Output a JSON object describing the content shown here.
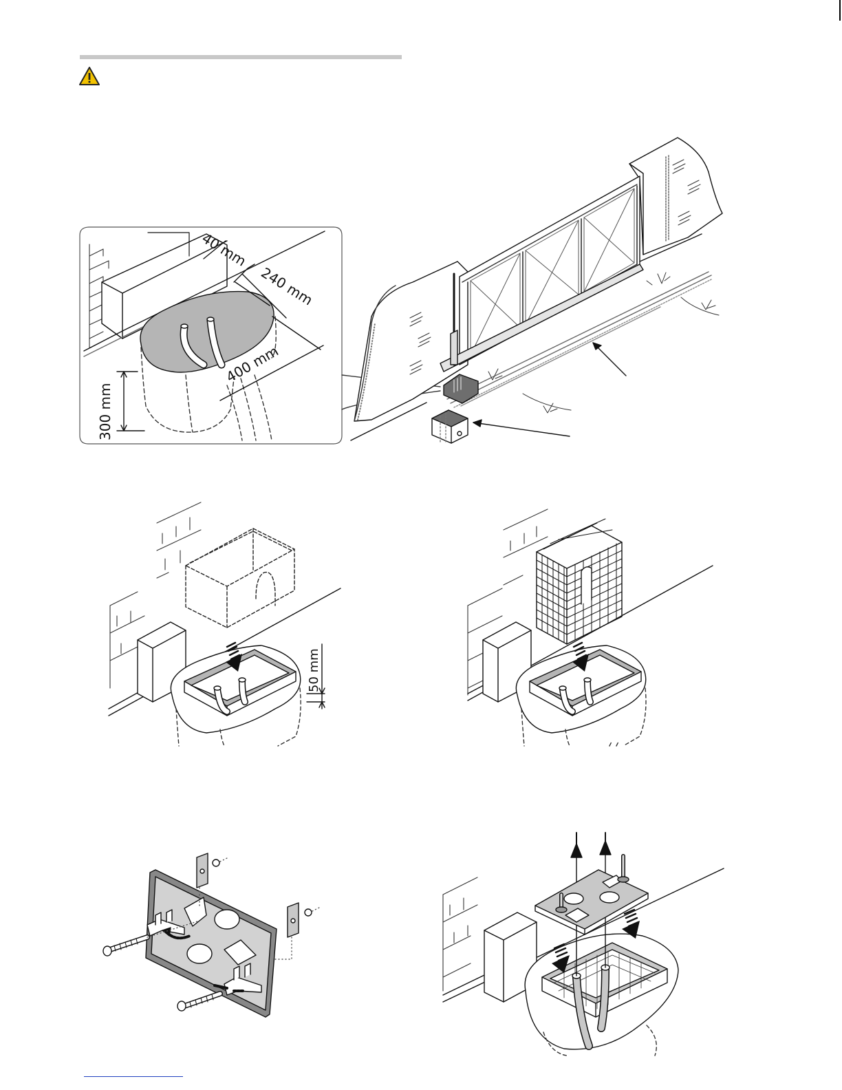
{
  "warning_icon": "warning-triangle-icon",
  "colors": {
    "rule": "#c8c8c8",
    "warning": "#f2c200",
    "line": "#111111",
    "grey_fill": "#b5b5b5",
    "dark_fill": "#6e6e6e",
    "link": "#1f3fbf"
  },
  "dimensions": {
    "d40": "40 mm",
    "d240": "240 mm",
    "d400": "400 mm",
    "d300": "300 mm",
    "d50": "50 mm"
  }
}
